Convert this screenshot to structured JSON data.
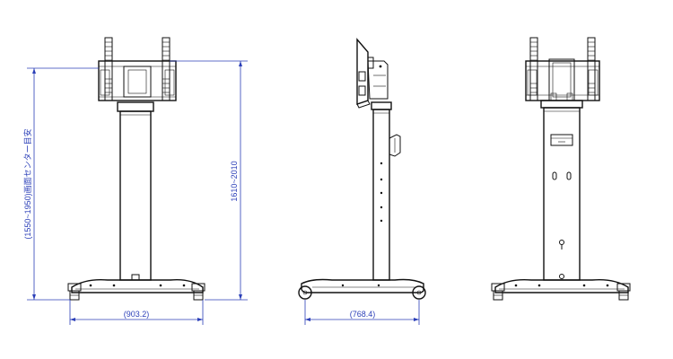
{
  "colors": {
    "line": "#111111",
    "dimension": "#2b3fb8",
    "background": "#ffffff"
  },
  "dimensions": {
    "front_width": "(903.2)",
    "side_width": "(768.4)",
    "overall_height": "1610~2010",
    "screen_center_height": "(1550~1950)画面センター目安"
  }
}
